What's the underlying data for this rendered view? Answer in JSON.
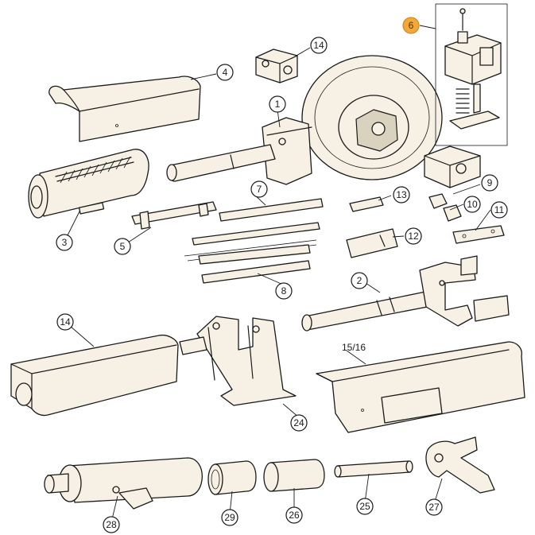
{
  "accent_color": "#f4a83a",
  "callouts": {
    "c1": "1",
    "c2": "2",
    "c3": "3",
    "c4": "4",
    "c5": "5",
    "c6": "6",
    "c7": "7",
    "c8": "8",
    "c9": "9",
    "c10": "10",
    "c11": "11",
    "c12": "12",
    "c13": "13",
    "c14a": "14",
    "c14b": "14",
    "c15_16": "15/16",
    "c24": "24",
    "c25": "25",
    "c26": "26",
    "c27": "27",
    "c28": "28",
    "c29": "29"
  }
}
